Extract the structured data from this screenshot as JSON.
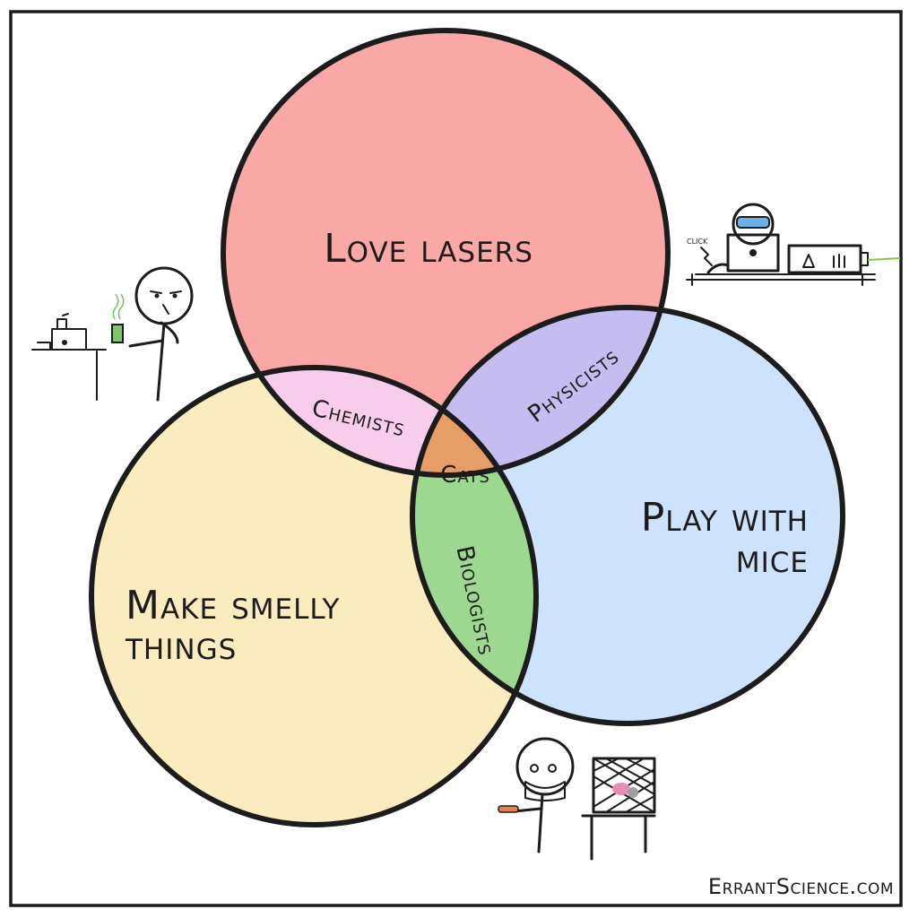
{
  "diagram": {
    "sets": {
      "top": {
        "label": "Love lasers",
        "color": "#f9a8a5"
      },
      "left": {
        "label_line1": "Make smelly",
        "label_line2": "things",
        "color": "#faecbf"
      },
      "right": {
        "label_line1": "Play with",
        "label_line2": "mice",
        "color": "#cde2fb"
      }
    },
    "intersections": {
      "top_left": {
        "label": "Chemists",
        "color": "#f8cdec"
      },
      "top_right": {
        "label": "Physicists",
        "color": "#c5bdef"
      },
      "left_right": {
        "label": "Biologists",
        "color": "#9dd891"
      },
      "all": {
        "label": "Cats",
        "color": "#e79d66"
      }
    }
  },
  "annotations": {
    "laser_sound": "CLICK"
  },
  "credit": "ErrantScience.com",
  "colors": {
    "outline": "#1c1c1c",
    "background": "#ffffff",
    "liquid_green": "#7ec46a",
    "laser_beam": "#8bc34a",
    "goggles": "#6ab1e8",
    "mouse_pink": "#e58fb6"
  }
}
